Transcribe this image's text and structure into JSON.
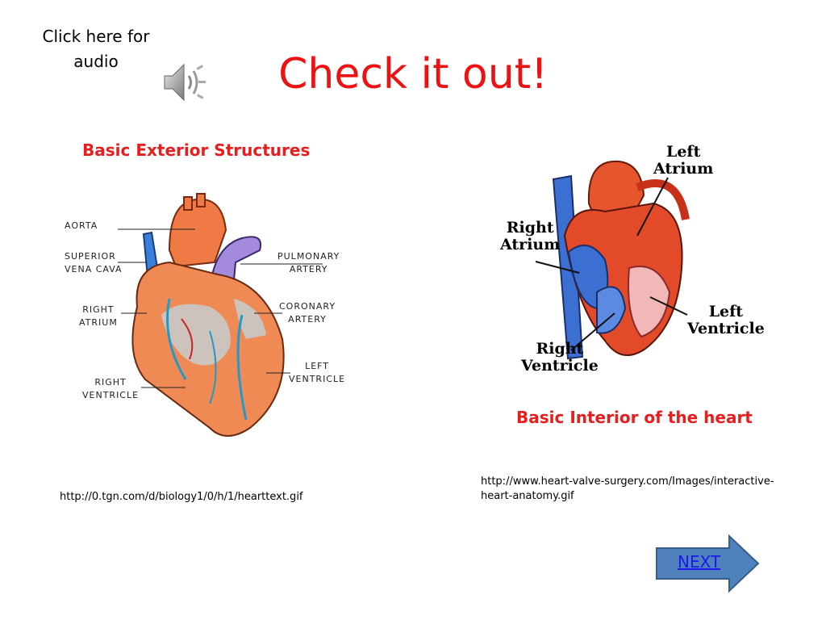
{
  "audio": {
    "label": "Click here for\naudio",
    "icon": "speaker-icon"
  },
  "title": "Check it out!",
  "exterior": {
    "caption": "Basic Exterior Structures",
    "labels": {
      "aorta": "AORTA",
      "svc": "SUPERIOR\nVENA CAVA",
      "pulmonary": "PULMONARY\nARTERY",
      "right_atrium": "RIGHT\nATRIUM",
      "coronary": "CORONARY\nARTERY",
      "left_ventricle": "LEFT\nVENTRICLE",
      "right_ventricle": "RIGHT\nVENTRICLE"
    },
    "source_url": "http://0.tgn.com/d/biology1/0/h/1/hearttext.gif"
  },
  "interior": {
    "caption": "Basic Interior of the heart",
    "labels": {
      "left_atrium": "Left\nAtrium",
      "right_atrium": "Right\nAtrium",
      "left_ventricle": "Left\nVentricle",
      "right_ventricle": "Right\nVentricle"
    },
    "source_url": "http://www.heart-valve-surgery.com/Images/interactive-heart-anatomy.gif"
  },
  "next_button": {
    "label": "NEXT",
    "color": "#4f81bd"
  },
  "colors": {
    "title": "#ee1111",
    "caption": "#e81d1d",
    "link": "#1a1aee"
  }
}
